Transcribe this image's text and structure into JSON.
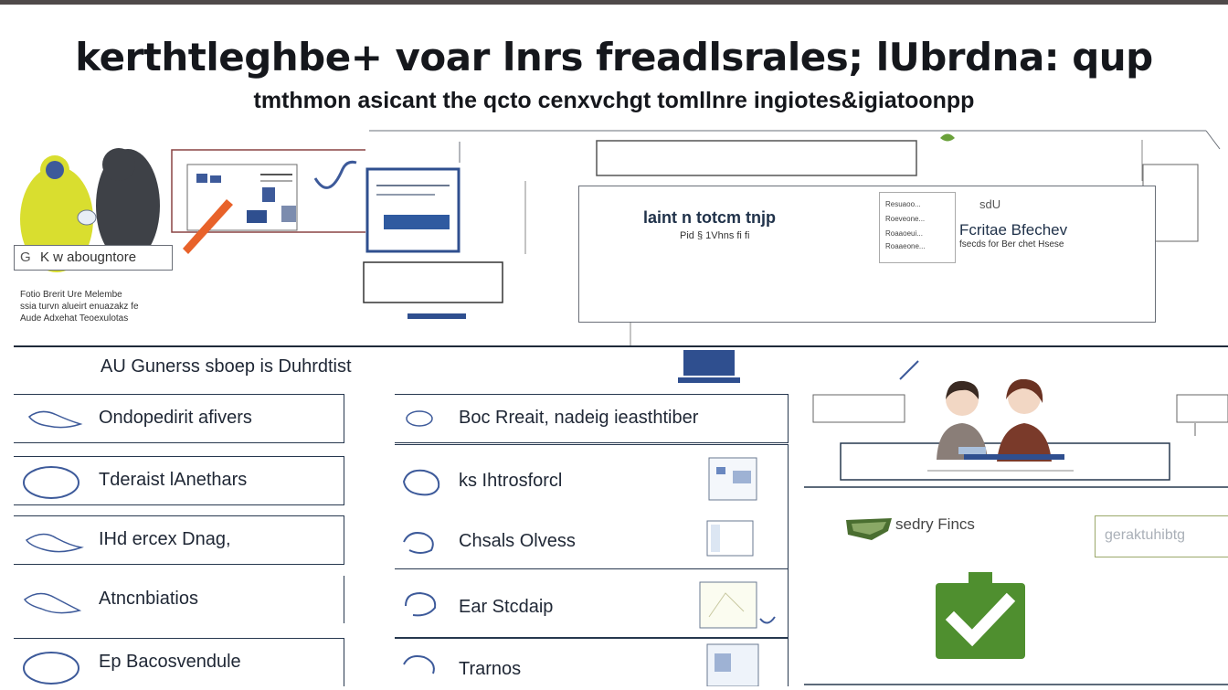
{
  "header": {
    "title": "kerthtleghbe+ voar lnrs freadlsrales; lUbrdna: qup",
    "subtitle": "tmthmon asicant the qcto cenxvchgt tomllnre ingiotes&igiatoonpp"
  },
  "illustration": {
    "badge_label": "K w abougntore",
    "caption_lines": [
      "Fotio Brerit Ure Melembe",
      "ssia turvn alueirt enuazakz fe",
      "Aude Adxehat Teoexulotas"
    ]
  },
  "center_panel": {
    "headline": "laint n totcm tnjp",
    "subline": "Pid   §  1Vhns   fi  fi"
  },
  "right_card": {
    "list_lines": [
      "Resuaoo...",
      "Roeveone...",
      "Roaaoeui...",
      "Roaaeone..."
    ],
    "tag": "sdU",
    "title": "Fcritae Bfechev",
    "desc": "fsecds for Ber chet Hsese"
  },
  "section_label": "AU Gunerss sboep is Duhrdtist",
  "left_list": [
    {
      "label": "Ondopedirit afivers"
    },
    {
      "label": "Tderaist lAnethars"
    },
    {
      "label": "IHd ercex Dnag,"
    },
    {
      "label": "Atncnbiatios"
    },
    {
      "label": "Ep Bacosvendule"
    }
  ],
  "mid_list": [
    {
      "label": "Boc Rreait, nadeig ieasthtiber"
    },
    {
      "label": "ks Ihtrosforcl"
    },
    {
      "label": "Chsals Olvess"
    },
    {
      "label": "Ear Stcdaip"
    },
    {
      "label": "Trarnos"
    }
  ],
  "right_panel": {
    "status_label": "sedry Fincs",
    "status_field": "geraktuhibtg"
  },
  "colors": {
    "ink": "#27384f",
    "accent_blue": "#2f4f8f",
    "accent_green": "#4f8f2f",
    "accent_orange": "#e8622a",
    "accent_yellow": "#d9de2f"
  }
}
